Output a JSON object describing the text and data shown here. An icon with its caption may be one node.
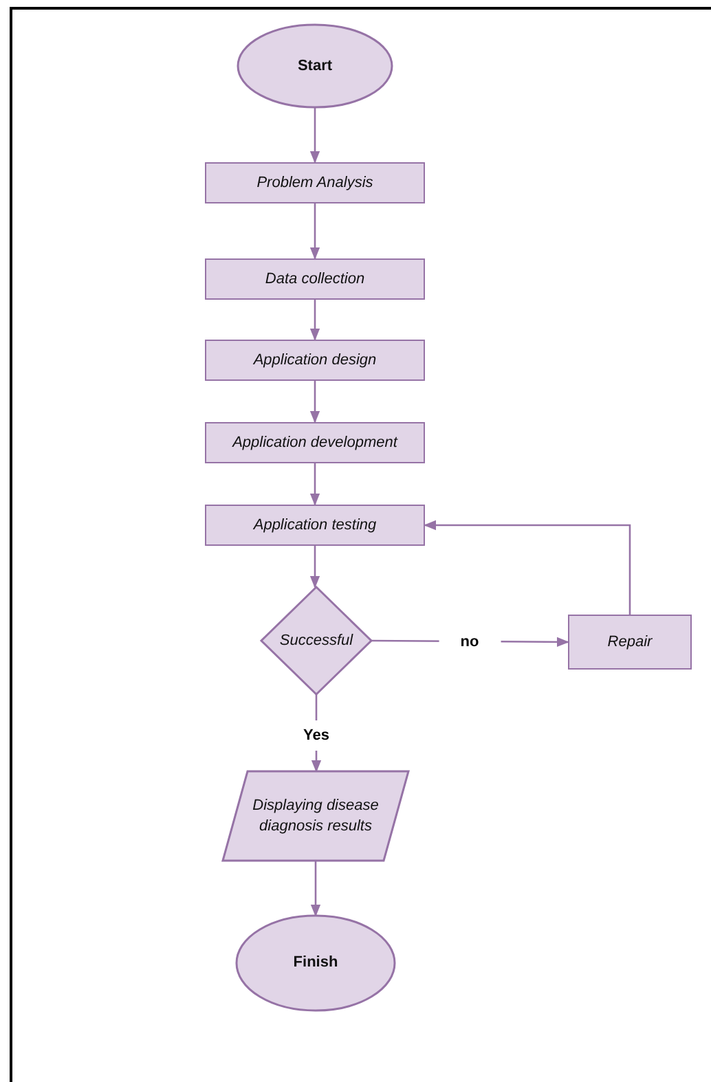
{
  "diagram": {
    "nodes": [
      {
        "text": [
          "Start"
        ]
      },
      {
        "text": [
          "Problem Analysis"
        ]
      },
      {
        "text": [
          "Data collection"
        ]
      },
      {
        "text": [
          "Application design"
        ]
      },
      {
        "text": [
          "Application development"
        ]
      },
      {
        "text": [
          "Application testing"
        ]
      },
      {
        "text": [
          "Successful"
        ]
      },
      {
        "text": [
          "Repair"
        ]
      },
      {
        "text": [
          "Displaying disease diagnosis results"
        ]
      },
      {
        "text": [
          "Finish"
        ]
      }
    ],
    "edges": [
      {
        "from": 0,
        "to": 1,
        "arrow": "to"
      },
      {
        "from": 1,
        "to": 2,
        "arrow": "to"
      },
      {
        "from": 2,
        "to": 3,
        "arrow": "to"
      },
      {
        "from": 3,
        "to": 4,
        "arrow": "to"
      },
      {
        "from": 4,
        "to": 5,
        "arrow": "to"
      },
      {
        "from": 5,
        "to": 6,
        "arrow": "to"
      },
      {
        "from": 6,
        "to": 7,
        "arrow": "to",
        "label": "no"
      },
      {
        "from": 7,
        "to": 5,
        "arrow": "to"
      },
      {
        "from": 6,
        "to": 8,
        "arrow": "to",
        "label": "Yes"
      },
      {
        "from": 8,
        "to": 9,
        "arrow": "to"
      }
    ]
  }
}
